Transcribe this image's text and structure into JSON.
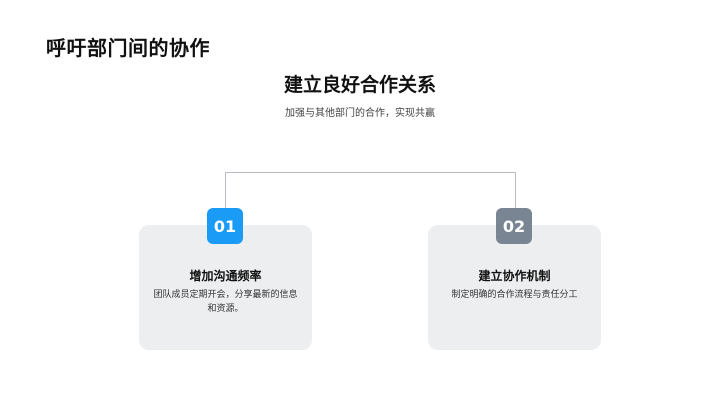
{
  "page": {
    "title": "呼吁部门间的协作"
  },
  "section": {
    "title": "建立良好合作关系",
    "subtitle": "加强与其他部门的合作，实现共赢"
  },
  "colors": {
    "badge_primary": "#1a9bf5",
    "badge_secondary": "#7a8594",
    "card_bg": "#eceef0"
  },
  "cards": [
    {
      "number": "01",
      "title": "增加沟通频率",
      "description": "团队成员定期开会，分享最新的信息和资源。"
    },
    {
      "number": "02",
      "title": "建立协作机制",
      "description": "制定明确的合作流程与责任分工"
    }
  ]
}
